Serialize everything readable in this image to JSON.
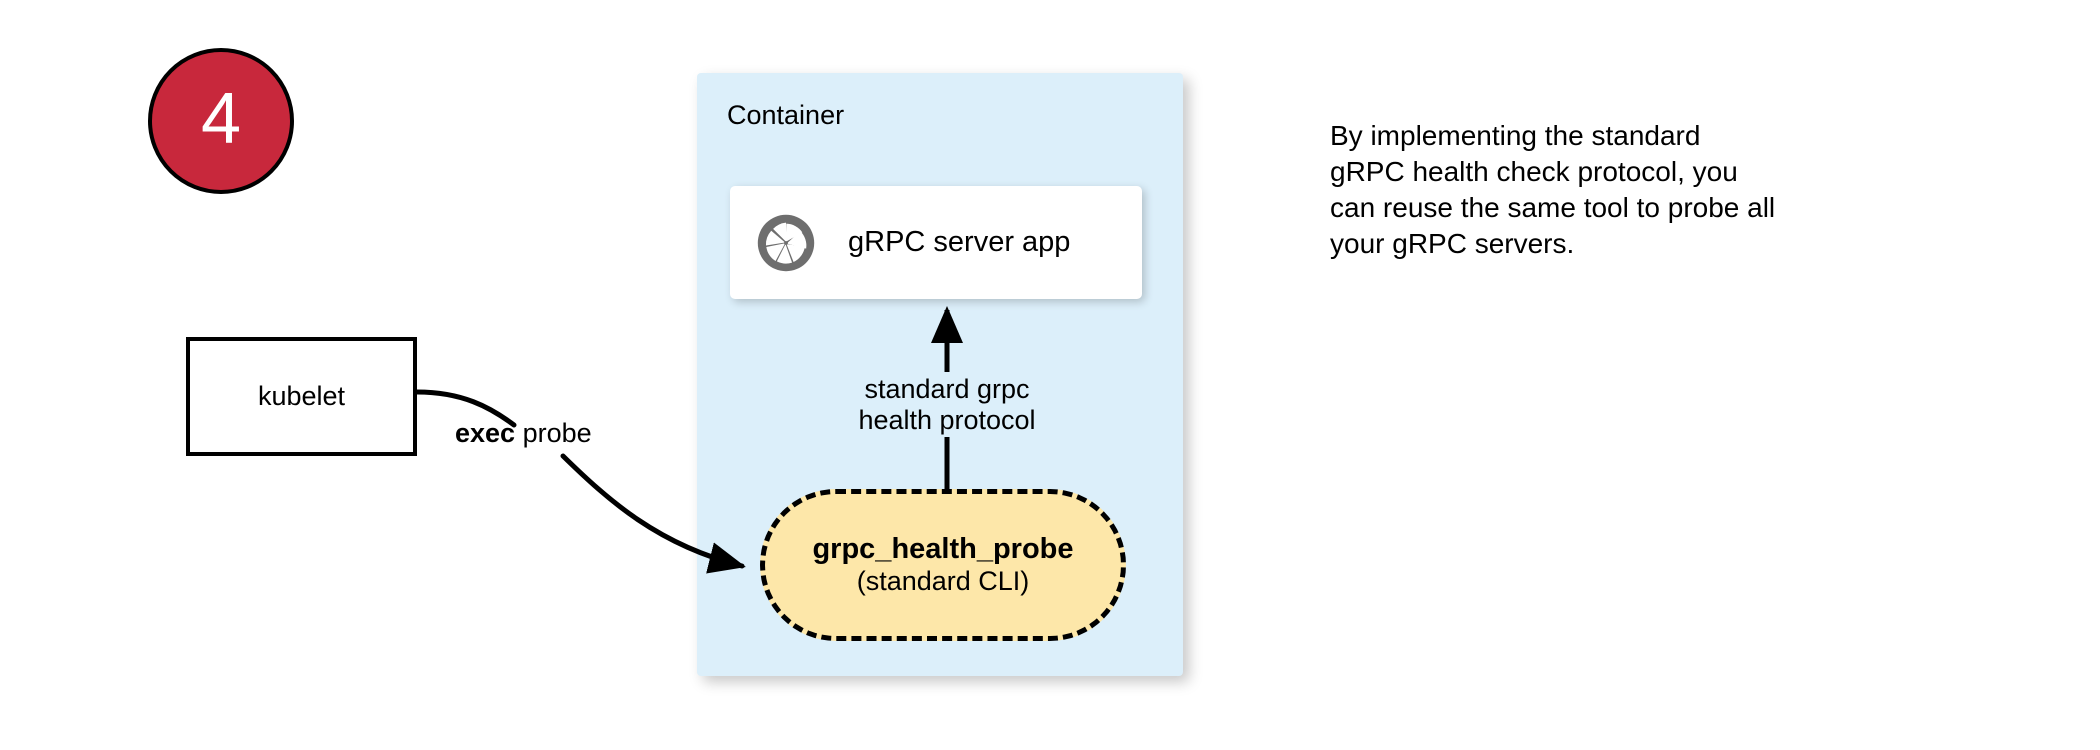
{
  "step": {
    "number": "4",
    "badge_color": "#C8283C",
    "badge_text_color": "#FFFFFF"
  },
  "kubelet": {
    "label": "kubelet"
  },
  "edges": {
    "exec_probe": {
      "label_bold": "exec",
      "label_rest": " probe"
    },
    "health_protocol": {
      "line1": "standard grpc",
      "line2": "health protocol"
    }
  },
  "container": {
    "title": "Container",
    "background_color": "#DCEFFA",
    "server_card": {
      "icon": "grpc-aperture-icon",
      "icon_color": "#6E6E6E",
      "label": "gRPC server app",
      "background_color": "#FFFFFF"
    },
    "probe_pill": {
      "line1": "grpc_health_probe",
      "line2": "(standard CLI)",
      "background_color": "#FDE7A9",
      "border_style": "dashed",
      "border_color": "#000000"
    }
  },
  "caption": {
    "lines": [
      "By implementing the standard",
      "gRPC health check protocol, you",
      "can reuse the same tool to probe all",
      "your gRPC servers."
    ]
  }
}
